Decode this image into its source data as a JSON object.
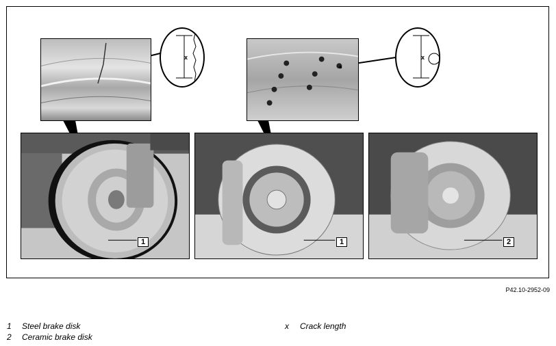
{
  "figure_ref": "P42.10-2952-09",
  "callouts": {
    "photo1": "1",
    "photo2": "1",
    "photo3": "2"
  },
  "magnifier_mark": "x",
  "legend": {
    "left": [
      {
        "num": "1",
        "text": "Steel brake disk"
      },
      {
        "num": "2",
        "text": "Ceramic brake disk"
      }
    ],
    "right": [
      {
        "num": "x",
        "text": "Crack length"
      }
    ]
  }
}
